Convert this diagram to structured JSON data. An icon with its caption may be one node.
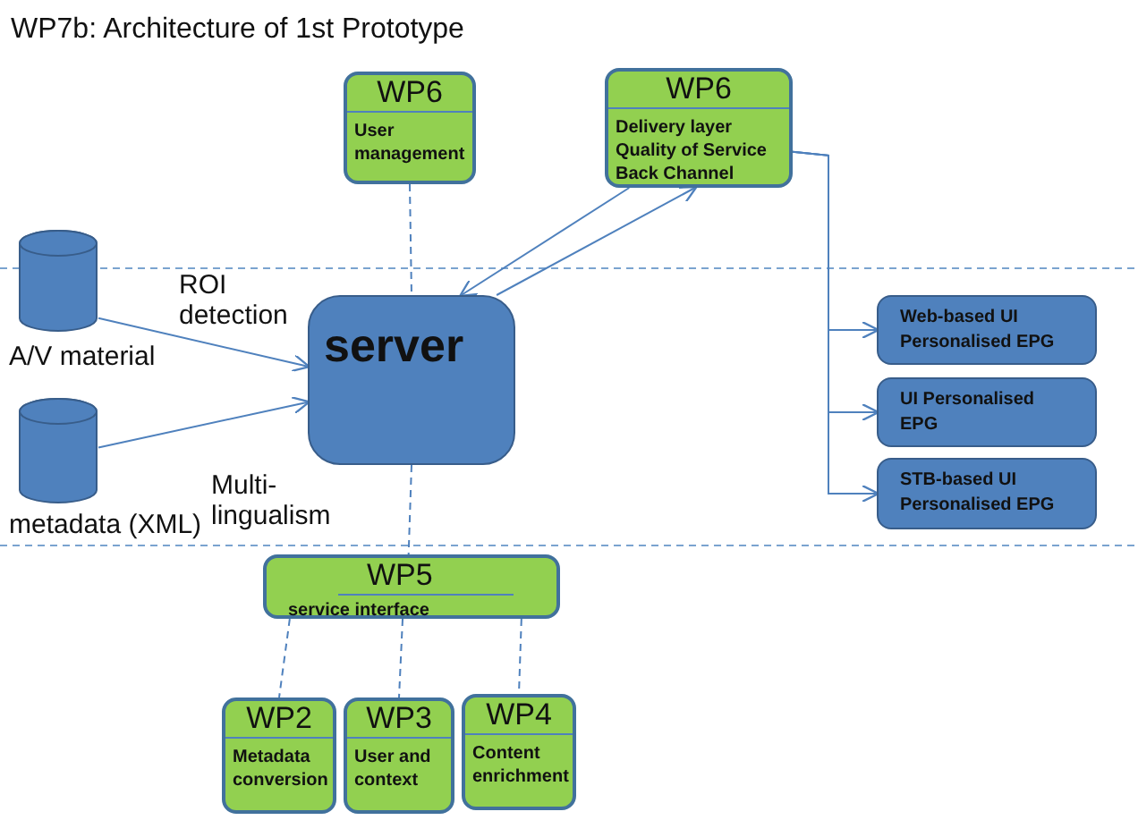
{
  "diagram": {
    "title": "WP7b: Architecture of 1st Prototype",
    "nodes": [
      {
        "text": [
          "WP6",
          "User management"
        ]
      },
      {
        "text": [
          "WP6",
          "Delivery layer Quality of Service Back Channel"
        ]
      },
      {
        "text": [],
        "shape": "cylinder",
        "beside": [
          "A/V material"
        ]
      },
      {
        "text": [],
        "shape": "cylinder",
        "beside": [
          "metadata (XML)"
        ]
      },
      {
        "text": [
          "server"
        ]
      },
      {
        "text": [
          "Web-based UI Personalised EPG"
        ]
      },
      {
        "text": [
          "UI Personalised EPG"
        ]
      },
      {
        "text": [
          "STB-based UI Personalised EPG"
        ]
      },
      {
        "text": [
          "WP5",
          "service interface"
        ]
      },
      {
        "text": [
          "WP2",
          "Metadata conversion"
        ]
      },
      {
        "text": [
          "WP3",
          "User and context"
        ]
      },
      {
        "text": [
          "WP4",
          "Content enrichment"
        ]
      }
    ],
    "edges": [
      {
        "from": 2,
        "to": 4,
        "arrow": "to",
        "label": "ROI detection"
      },
      {
        "from": 3,
        "to": 4,
        "arrow": "to",
        "label": "Multi-lingualism"
      },
      {
        "from": 0,
        "to": 4,
        "arrow": "none",
        "style": "dashed"
      },
      {
        "from": 1,
        "to": 4,
        "arrow": "to"
      },
      {
        "from": 4,
        "to": 1,
        "arrow": "to"
      },
      {
        "from": 1,
        "to": 5,
        "arrow": "to"
      },
      {
        "from": 1,
        "to": 6,
        "arrow": "to"
      },
      {
        "from": 1,
        "to": 7,
        "arrow": "to"
      },
      {
        "from": 4,
        "to": 8,
        "arrow": "none",
        "style": "dashed"
      },
      {
        "from": 8,
        "to": 9,
        "arrow": "none",
        "style": "dashed"
      },
      {
        "from": 8,
        "to": 10,
        "arrow": "none",
        "style": "dashed"
      },
      {
        "from": 8,
        "to": 11,
        "arrow": "none",
        "style": "dashed"
      }
    ]
  }
}
